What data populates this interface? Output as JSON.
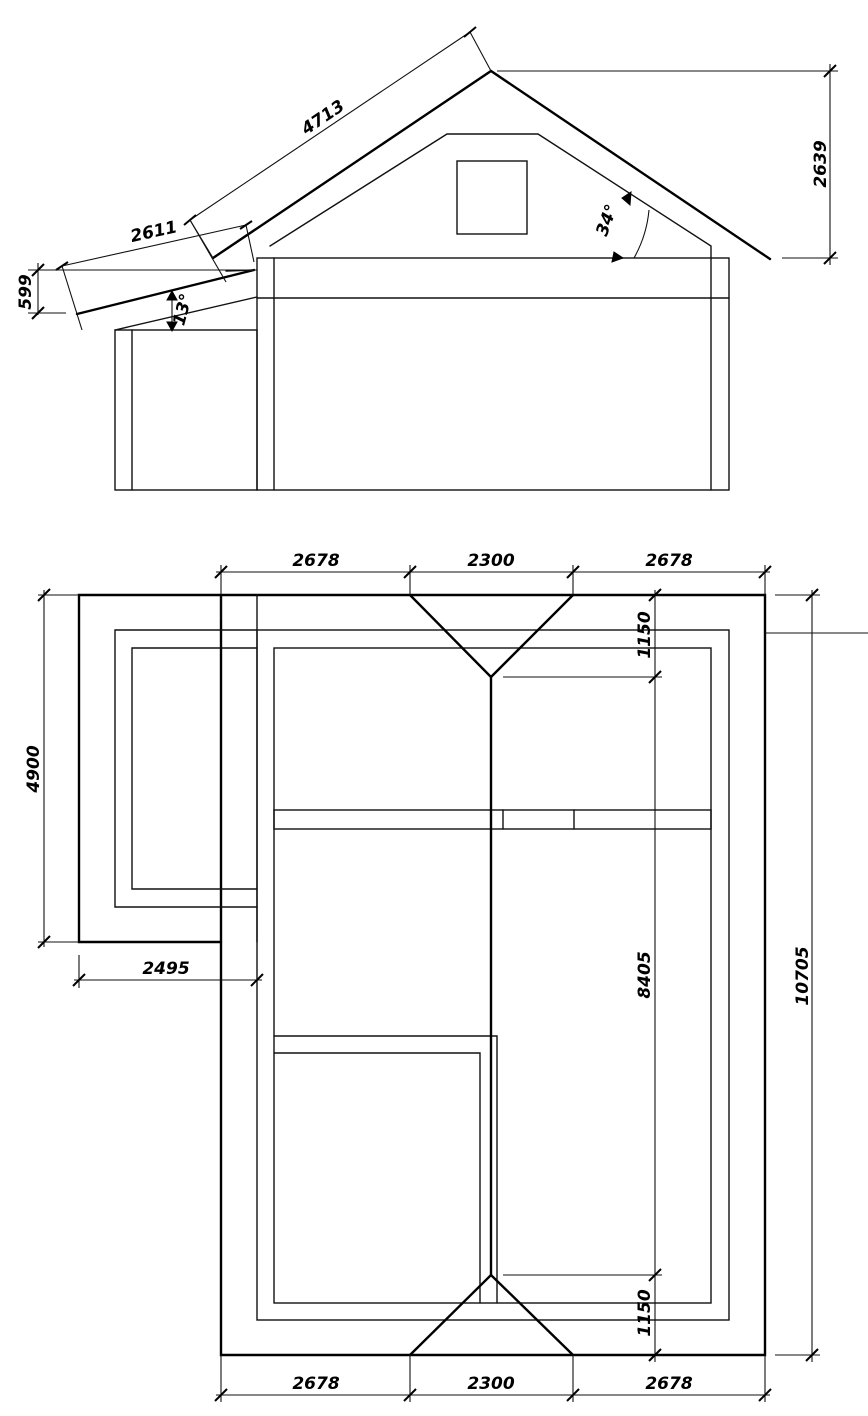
{
  "elevation": {
    "dim_main_roof_slope": "4713",
    "dim_lower_slope": "2611",
    "dim_overhang": "599",
    "dim_roof_height": "2639",
    "angle_main": "34°",
    "angle_lower": "13°"
  },
  "plan": {
    "top_left": "2678",
    "top_middle": "2300",
    "top_right": "2678",
    "bottom_left": "2678",
    "bottom_middle": "2300",
    "bottom_right": "2678",
    "left_height": "4900",
    "annex_width": "2495",
    "hip_top": "1150",
    "hip_bottom": "1150",
    "inner_length": "8405",
    "total_length": "10705"
  },
  "colors": {
    "line": "#000000",
    "background": "#ffffff"
  }
}
